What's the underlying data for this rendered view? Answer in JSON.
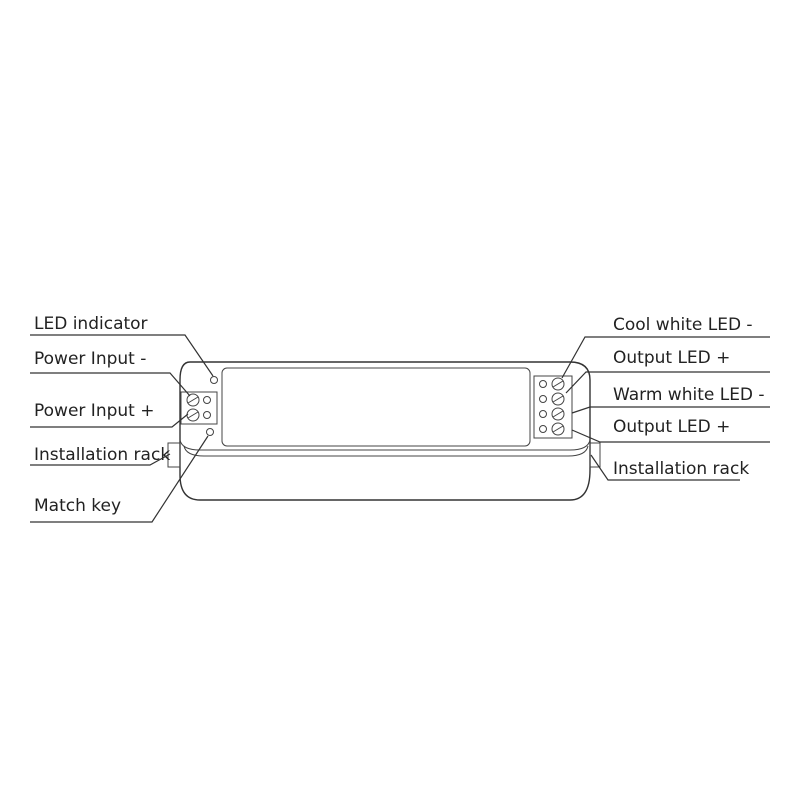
{
  "diagram": {
    "left_labels": [
      {
        "text": "LED indicator"
      },
      {
        "text": "Power Input -"
      },
      {
        "text": "Power Input +"
      },
      {
        "text": "Installation rack"
      },
      {
        "text": "Match key"
      }
    ],
    "right_labels": [
      {
        "text": "Cool white LED -"
      },
      {
        "text": "Output LED +"
      },
      {
        "text": "Warm white LED -"
      },
      {
        "text": "Output LED +"
      },
      {
        "text": "Installation rack"
      }
    ],
    "colors": {
      "line": "#333333",
      "background": "#ffffff"
    }
  }
}
